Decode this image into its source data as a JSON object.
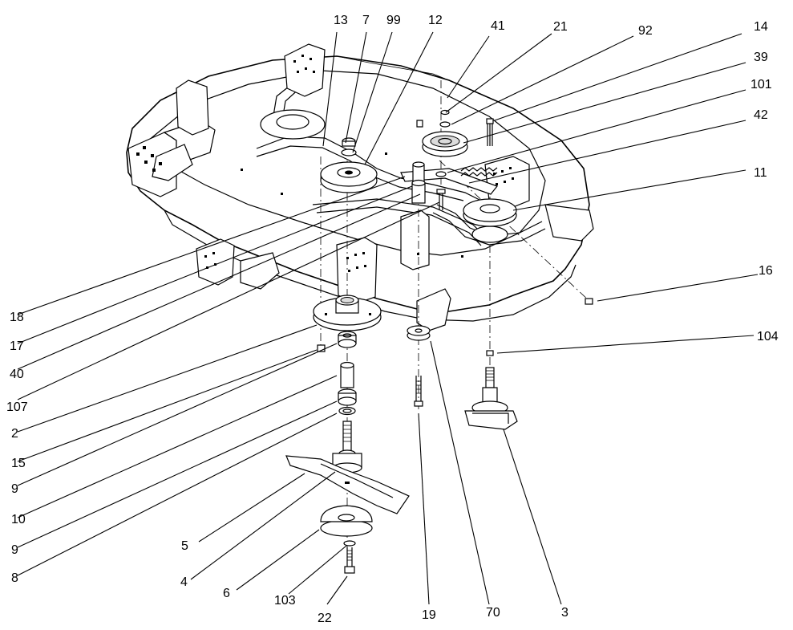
{
  "diagram": {
    "callouts": [
      {
        "id": "c13",
        "label": "13"
      },
      {
        "id": "c7",
        "label": "7"
      },
      {
        "id": "c99",
        "label": "99"
      },
      {
        "id": "c12",
        "label": "12"
      },
      {
        "id": "c41",
        "label": "41"
      },
      {
        "id": "c21",
        "label": "21"
      },
      {
        "id": "c92",
        "label": "92"
      },
      {
        "id": "c14",
        "label": "14"
      },
      {
        "id": "c39",
        "label": "39"
      },
      {
        "id": "c101",
        "label": "101"
      },
      {
        "id": "c42",
        "label": "42"
      },
      {
        "id": "c11",
        "label": "11"
      },
      {
        "id": "c16",
        "label": "16"
      },
      {
        "id": "c104",
        "label": "104"
      },
      {
        "id": "c3",
        "label": "3"
      },
      {
        "id": "c70",
        "label": "70"
      },
      {
        "id": "c19",
        "label": "19"
      },
      {
        "id": "c22",
        "label": "22"
      },
      {
        "id": "c103",
        "label": "103"
      },
      {
        "id": "c6",
        "label": "6"
      },
      {
        "id": "c4",
        "label": "4"
      },
      {
        "id": "c5",
        "label": "5"
      },
      {
        "id": "c8",
        "label": "8"
      },
      {
        "id": "c9b",
        "label": "9"
      },
      {
        "id": "c10",
        "label": "10"
      },
      {
        "id": "c9a",
        "label": "9"
      },
      {
        "id": "c15",
        "label": "15"
      },
      {
        "id": "c2",
        "label": "2"
      },
      {
        "id": "c107",
        "label": "107"
      },
      {
        "id": "c40",
        "label": "40"
      },
      {
        "id": "c17",
        "label": "17"
      },
      {
        "id": "c18",
        "label": "18"
      }
    ]
  }
}
